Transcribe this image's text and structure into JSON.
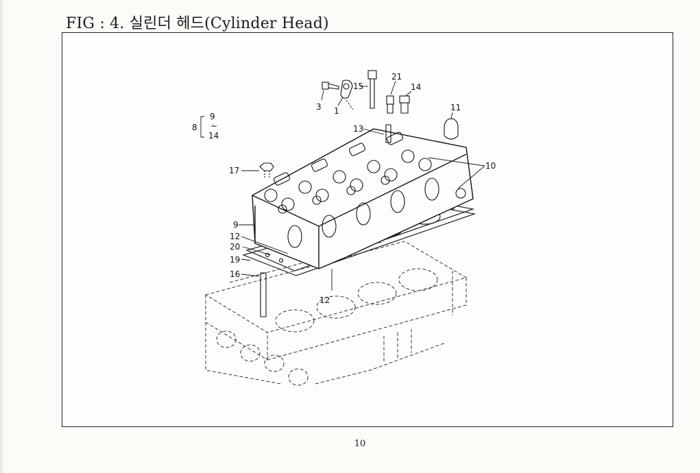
{
  "figure": {
    "label": "FIG : 4.",
    "title": "실린더 헤드(Cylinder Head)"
  },
  "callouts": {
    "c1": "1",
    "c3": "3",
    "c8": "8",
    "c8_from": "9",
    "c8_tilde": "~",
    "c8_to": "14",
    "c9": "9",
    "c10": "10",
    "c11": "11",
    "c12a": "12",
    "c12b": "12",
    "c13": "13",
    "c14": "14",
    "c15": "15",
    "c16": "16",
    "c17": "17",
    "c19": "19",
    "c20": "20",
    "c21": "21"
  },
  "page_number": "10"
}
